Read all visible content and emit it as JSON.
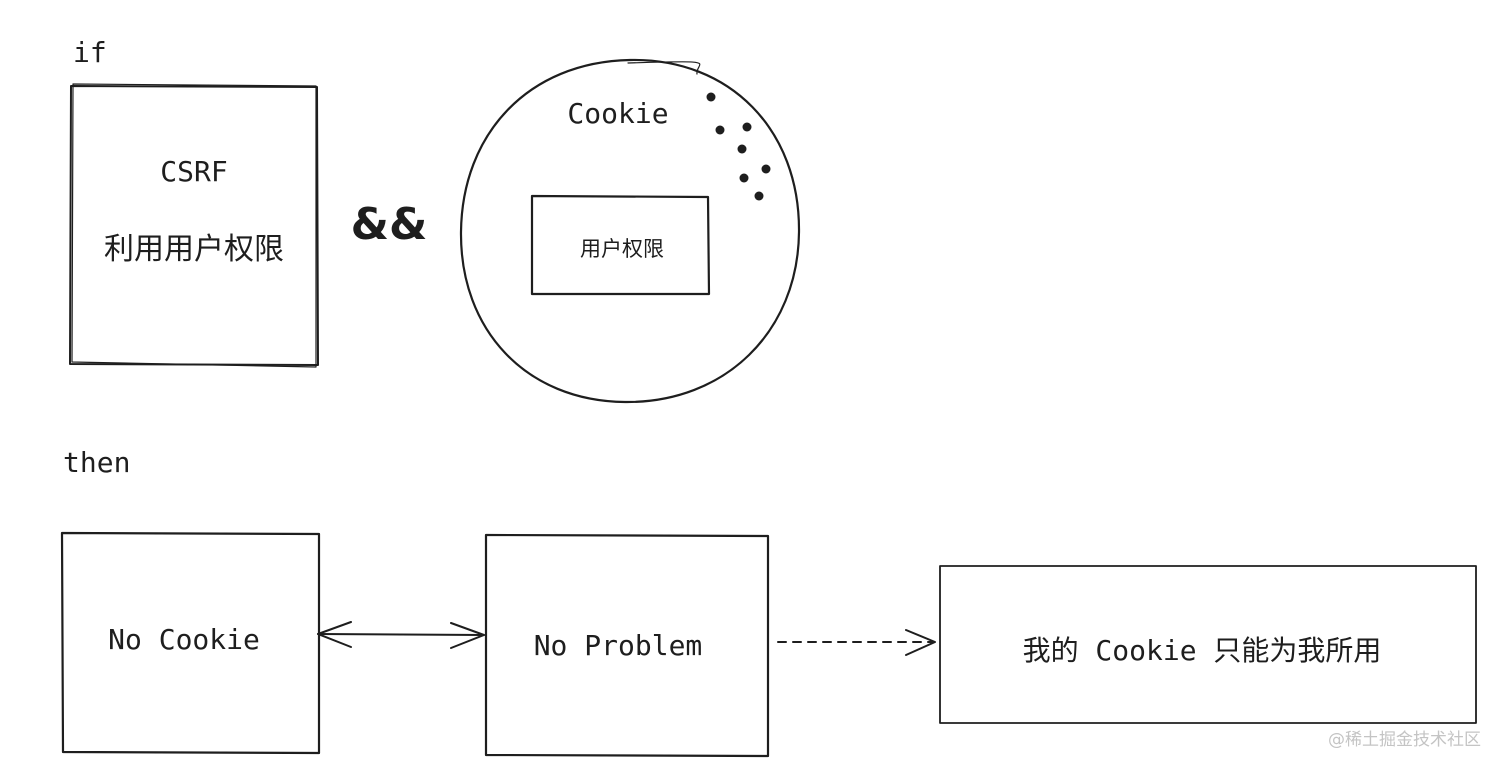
{
  "labels": {
    "if": "if",
    "then": "then",
    "and": "&&"
  },
  "csrf_box": {
    "title": "CSRF",
    "subtitle": "利用用户权限"
  },
  "cookie_circle": {
    "title": "Cookie",
    "inner_box": "用户权限"
  },
  "flow": {
    "no_cookie": "No Cookie",
    "no_problem": "No Problem",
    "result": "我的 Cookie 只能为我所用"
  },
  "watermark": "@稀土掘金技术社区"
}
